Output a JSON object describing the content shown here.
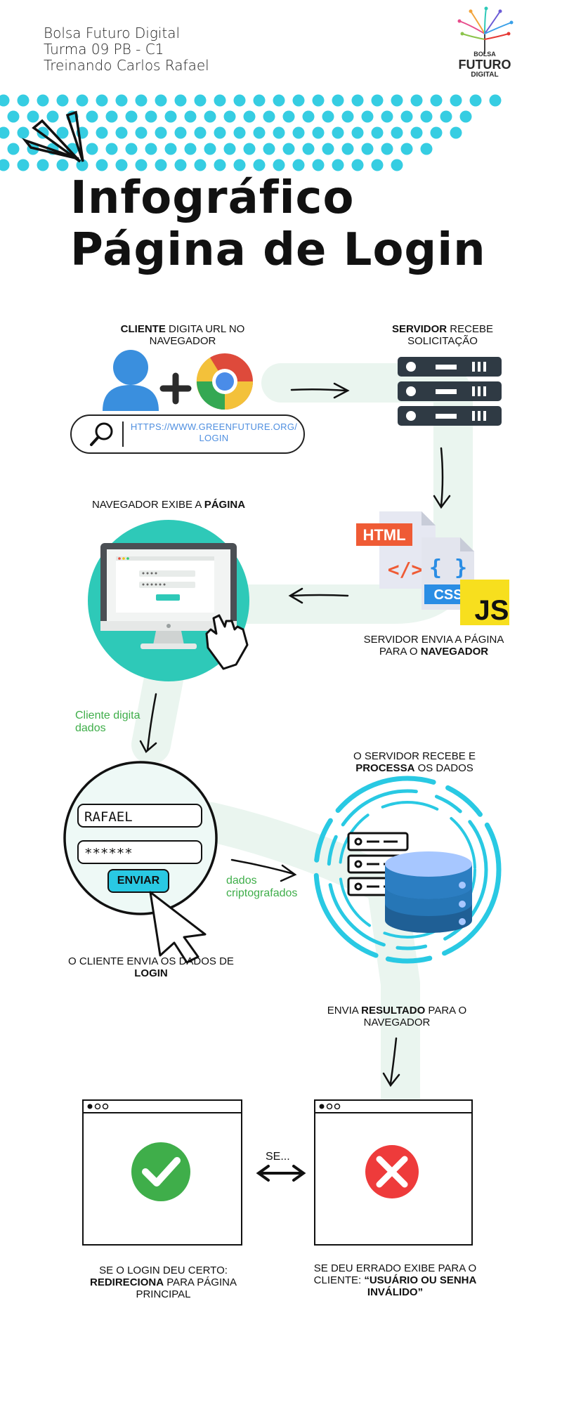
{
  "header": {
    "line1": "Bolsa Futuro Digital",
    "line2": "Turma 09 PB - C1",
    "line3": "Treinando Carlos Rafael"
  },
  "logo": {
    "top": "BOLSA",
    "middle": "FUTURO",
    "bottom": "DIGITAL"
  },
  "title": {
    "line1": "Infográfico",
    "line2": "Página de Login"
  },
  "steps": {
    "client_url": {
      "bold": "CLIENTE",
      "rest": " DIGITA URL NO NAVEGADOR"
    },
    "url_text": "HTTPS://WWW.GREENFUTURE.ORG/ LOGIN",
    "server_receives": {
      "bold": "SERVIDOR",
      "rest": " RECEBE SOLICITAÇÃO"
    },
    "browser_shows": {
      "pre": "NAVEGADOR EXIBE A ",
      "bold": "PÁGINA"
    },
    "server_sends": {
      "pre": "SERVIDOR ENVIA A PÁGINA PARA O ",
      "bold": "NAVEGADOR"
    },
    "client_types": "Cliente digita dados",
    "server_process": {
      "pre": "O SERVIDOR RECEBE E ",
      "bold": "PROCESSA",
      "rest": " OS DADOS"
    },
    "encrypted": "dados criptografados",
    "client_sends": {
      "pre": "O CLIENTE ENVIA OS DADOS DE ",
      "bold": "LOGIN"
    },
    "send_result": {
      "pre": "ENVIA ",
      "bold": "RESULTADO",
      "rest": " PARA O NAVEGADOR"
    },
    "either": "SE...",
    "success": {
      "pre": "SE O LOGIN DEU CERTO: ",
      "bold": "REDIRECIONA",
      "rest": " PARA PÁGINA PRINCIPAL"
    },
    "failure": {
      "pre": "SE DEU ERRADO EXIBE PARA O CLIENTE: ",
      "bold": "“USUÁRIO OU SENHA INVÁLIDO”"
    }
  },
  "file_labels": {
    "html": "HTML",
    "css": "CSS",
    "js": "JS",
    "html_glyph": "</>",
    "css_glyph": "{ }"
  },
  "login_form": {
    "username": "RAFAEL",
    "password": "******",
    "button": "ENVIAR"
  },
  "colors": {
    "accent_cyan": "#29c9e3",
    "dots": "#36cde2",
    "teal_circle": "#2ec9b8",
    "success_green": "#3fae4a",
    "error_red": "#ee3b3b",
    "server_dark": "#2f3a44",
    "path_bg": "#eaf5ef"
  }
}
